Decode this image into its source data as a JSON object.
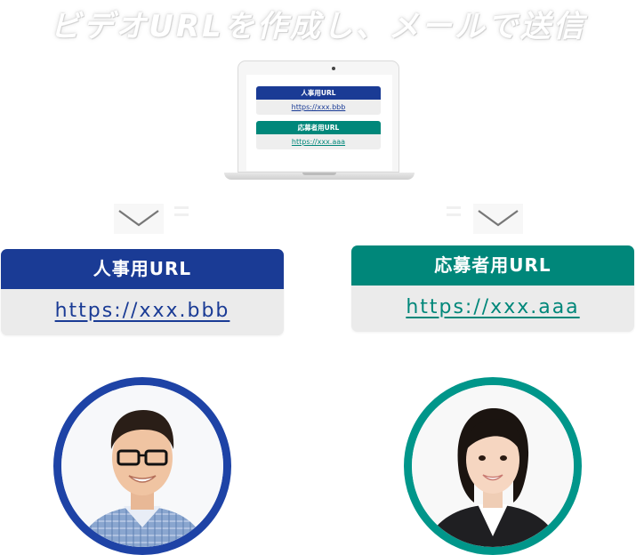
{
  "title": "ビデオURLを作成し、メールで送信",
  "colors": {
    "hr_blue": "#1a3b95",
    "applicant_teal": "#00877a",
    "card_body": "#ebebeb"
  },
  "laptop_screen": {
    "hr": {
      "label": "人事用URL",
      "url": "https://xxx.bbb"
    },
    "applicant": {
      "label": "応募者用URL",
      "url": "https://xxx.aaa"
    }
  },
  "hr_card": {
    "label": "人事用URL",
    "url": "https://xxx.bbb"
  },
  "applicant_card": {
    "label": "応募者用URL",
    "url": "https://xxx.aaa"
  },
  "icons": {
    "arrow": "chevron-down-icon",
    "device": "laptop-icon"
  }
}
